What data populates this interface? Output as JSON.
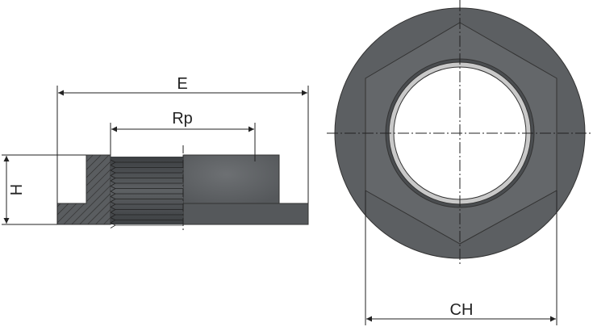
{
  "labels": {
    "E": "E",
    "Rp": "Rp",
    "H": "H",
    "CH": "CH"
  },
  "colors": {
    "body": "#5f6265",
    "body_dark": "#4a4d50",
    "line": "#222222"
  }
}
